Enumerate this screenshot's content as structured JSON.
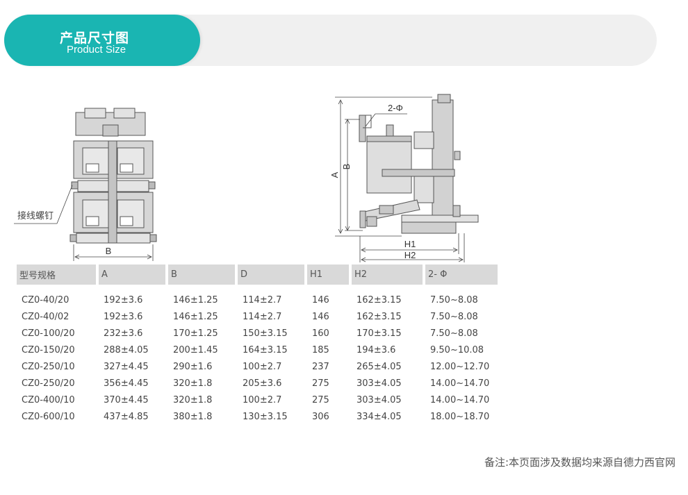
{
  "header": {
    "title_cn": "产品尺寸图",
    "title_en": "Product Size"
  },
  "diagram_front": {
    "callout": "接线螺钉",
    "dim_b": "B"
  },
  "diagram_side": {
    "dim_hole": "2-Φ",
    "dim_a": "A",
    "dim_b": "B",
    "dim_h1": "H1",
    "dim_h2": "H2"
  },
  "table": {
    "columns": [
      "型号规格",
      "A",
      "B",
      "D",
      "H1",
      "H2",
      "2- Φ"
    ],
    "rows": [
      [
        "CZ0-40/20",
        "192±3.6",
        "146±1.25",
        "114±2.7",
        "146",
        "162±3.15",
        "7.50~8.08"
      ],
      [
        "CZ0-40/02",
        "192±3.6",
        "146±1.25",
        "114±2.7",
        "146",
        "162±3.15",
        "7.50~8.08"
      ],
      [
        "CZ0-100/20",
        "232±3.6",
        "170±1.25",
        "150±3.15",
        "160",
        "170±3.15",
        "7.50~8.08"
      ],
      [
        "CZ0-150/20",
        "288±4.05",
        "200±1.45",
        "164±3.15",
        "185",
        "194±3.6",
        "9.50~10.08"
      ],
      [
        "CZ0-250/10",
        "327±4.45",
        "290±1.6",
        "100±2.7",
        "237",
        "265±4.05",
        "12.00~12.70"
      ],
      [
        "CZ0-250/20",
        "356±4.45",
        "320±1.8",
        "205±3.6",
        "275",
        "303±4.05",
        "14.00~14.70"
      ],
      [
        "CZ0-400/10",
        "370±4.45",
        "320±1.8",
        "100±2.7",
        "275",
        "303±4.05",
        "14.00~14.70"
      ],
      [
        "CZ0-600/10",
        "437±4.85",
        "380±1.8",
        "130±3.15",
        "306",
        "334±4.05",
        "18.00~18.70"
      ]
    ]
  },
  "footnote": "备注:本页面涉及数据均来源自德力西官网"
}
